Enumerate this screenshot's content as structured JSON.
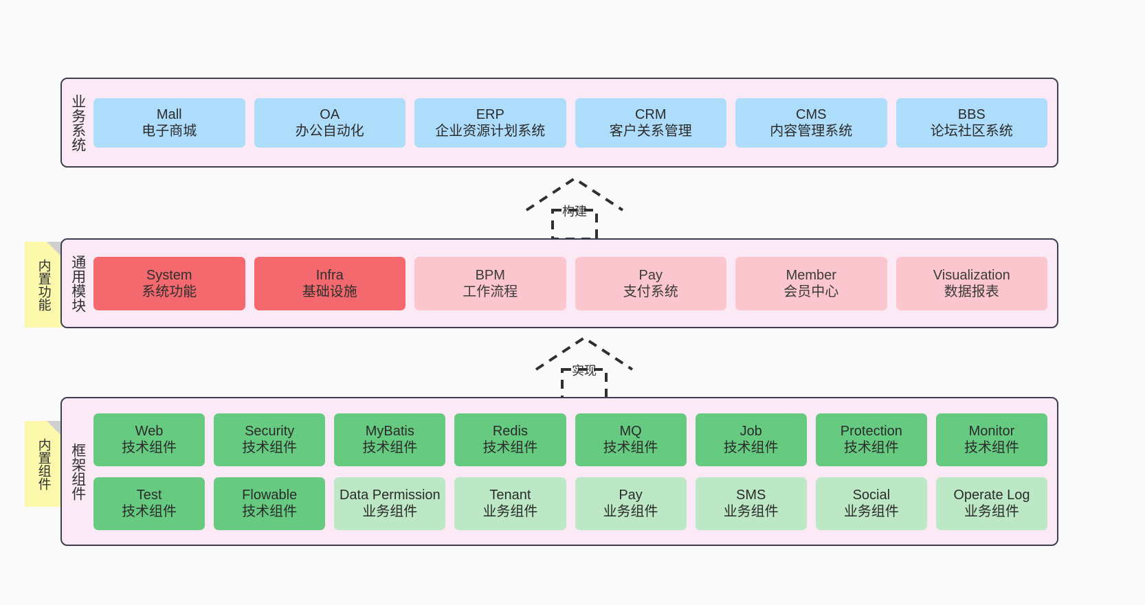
{
  "diagram": {
    "title": "",
    "colors": {
      "background": "#fafafa",
      "layer_fill": "#fbeaf5",
      "layer_border": "#3d3d4e",
      "note_fill": "#fbf8ab",
      "blue": "#aeddfb",
      "red": "#f4696e",
      "pink": "#fbc6cd",
      "green": "#66cb81",
      "light_green": "#bde8c6"
    }
  },
  "notes": [
    {
      "id": "builtin-functions",
      "label": "内置功能"
    },
    {
      "id": "builtin-components",
      "label": "内置组件"
    }
  ],
  "connectors": [
    {
      "id": "build",
      "label": "构建",
      "style": "dashed-hollow-arrow-up"
    },
    {
      "id": "implement",
      "label": "实现",
      "style": "dashed-hollow-arrow-up"
    }
  ],
  "layers": [
    {
      "id": "business-system",
      "label": "业务系统",
      "rows": [
        {
          "nodes": [
            {
              "name": "Mall",
              "sub": "电子商城",
              "color": "blue"
            },
            {
              "name": "OA",
              "sub": "办公自动化",
              "color": "blue"
            },
            {
              "name": "ERP",
              "sub": "企业资源计划系统",
              "color": "blue"
            },
            {
              "name": "CRM",
              "sub": "客户关系管理",
              "color": "blue"
            },
            {
              "name": "CMS",
              "sub": "内容管理系统",
              "color": "blue"
            },
            {
              "name": "BBS",
              "sub": "论坛社区系统",
              "color": "blue"
            }
          ]
        }
      ]
    },
    {
      "id": "common-module",
      "label": "通用模块",
      "rows": [
        {
          "nodes": [
            {
              "name": "System",
              "sub": "系统功能",
              "color": "red"
            },
            {
              "name": "Infra",
              "sub": "基础设施",
              "color": "red"
            },
            {
              "name": "BPM",
              "sub": "工作流程",
              "color": "pink"
            },
            {
              "name": "Pay",
              "sub": "支付系统",
              "color": "pink"
            },
            {
              "name": "Member",
              "sub": "会员中心",
              "color": "pink"
            },
            {
              "name": "Visualization",
              "sub": "数据报表",
              "color": "pink"
            }
          ]
        }
      ]
    },
    {
      "id": "framework-component",
      "label": "框架组件",
      "rows": [
        {
          "nodes": [
            {
              "name": "Web",
              "sub": "技术组件",
              "color": "green"
            },
            {
              "name": "Security",
              "sub": "技术组件",
              "color": "green"
            },
            {
              "name": "MyBatis",
              "sub": "技术组件",
              "color": "green"
            },
            {
              "name": "Redis",
              "sub": "技术组件",
              "color": "green"
            },
            {
              "name": "MQ",
              "sub": "技术组件",
              "color": "green"
            },
            {
              "name": "Job",
              "sub": "技术组件",
              "color": "green"
            },
            {
              "name": "Protection",
              "sub": "技术组件",
              "color": "green"
            },
            {
              "name": "Monitor",
              "sub": "技术组件",
              "color": "green"
            }
          ]
        },
        {
          "nodes": [
            {
              "name": "Test",
              "sub": "技术组件",
              "color": "green"
            },
            {
              "name": "Flowable",
              "sub": "技术组件",
              "color": "green"
            },
            {
              "name": "Data Permission",
              "sub": "业务组件",
              "color": "light_green"
            },
            {
              "name": "Tenant",
              "sub": "业务组件",
              "color": "light_green"
            },
            {
              "name": "Pay",
              "sub": "业务组件",
              "color": "light_green"
            },
            {
              "name": "SMS",
              "sub": "业务组件",
              "color": "light_green"
            },
            {
              "name": "Social",
              "sub": "业务组件",
              "color": "light_green"
            },
            {
              "name": "Operate Log",
              "sub": "业务组件",
              "color": "light_green"
            }
          ]
        }
      ]
    }
  ]
}
